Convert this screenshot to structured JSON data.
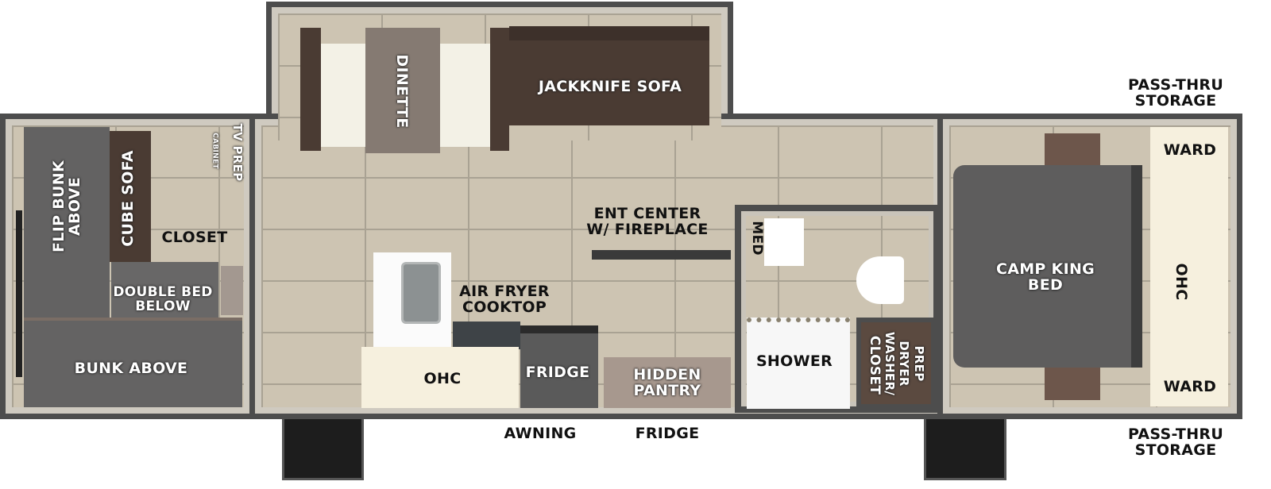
{
  "floorplan": {
    "rear_bunk_room": {
      "flip_bunk": "FLIP BUNK ABOVE",
      "cube_sofa": "CUBE SOFA",
      "tv_prep": "TV PREP",
      "cabinet": "CABINET",
      "closet": "CLOSET",
      "double_bed_line1": "DOUBLE BED",
      "double_bed_line2": "BELOW",
      "bunk_above": "BUNK ABOVE"
    },
    "living": {
      "dinette": "DINETTE",
      "sofa": "JACKKNIFE SOFA",
      "ent_line1": "ENT CENTER",
      "ent_line2": "W/ FIREPLACE",
      "cooktop_line1": "AIR FRYER",
      "cooktop_line2": "COOKTOP",
      "ohc": "OHC",
      "fridge": "FRIDGE",
      "pantry_line1": "HIDDEN",
      "pantry_line2": "PANTRY"
    },
    "bath": {
      "med": "MED",
      "shower": "SHOWER",
      "closet": "CLOSET",
      "washer": "WASHER/",
      "dryer": "DRYER",
      "prep": "PREP"
    },
    "bedroom": {
      "bed_line1": "CAMP KING",
      "bed_line2": "BED",
      "ward_top": "WARD",
      "ohc": "OHC",
      "ward_bottom": "WARD"
    },
    "exterior": {
      "pass_thru_top_line1": "PASS-THRU",
      "pass_thru_top_line2": "STORAGE",
      "pass_thru_bottom_line1": "PASS-THRU",
      "pass_thru_bottom_line2": "STORAGE",
      "awning": "AWNING",
      "fridge": "FRIDGE"
    }
  },
  "colors": {
    "wall": "#4d4d4d",
    "floor": "#cdc4b2",
    "furniture_brown": "#4a3b33",
    "bed_gray": "#5e5d5d",
    "cabinet_cream": "#f6f0de"
  }
}
